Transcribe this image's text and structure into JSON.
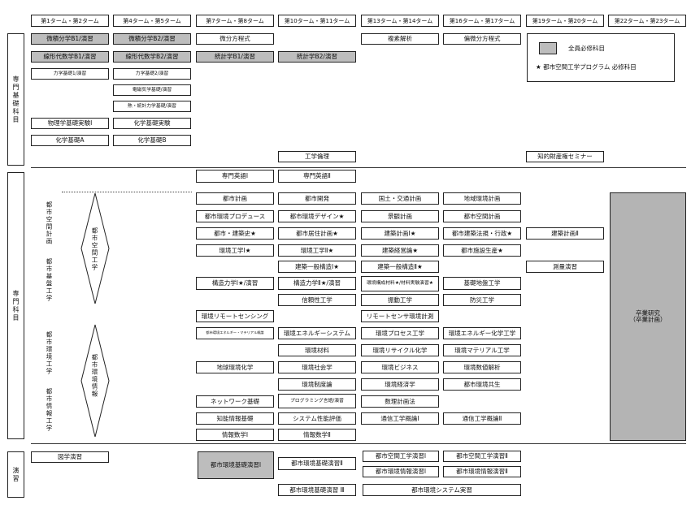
{
  "columns": [
    "第1ターム・第2ターム",
    "第4ターム・第5ターム",
    "第7ターム・第8ターム",
    "第10ターム・第11ターム",
    "第13ターム・第14ターム",
    "第16ターム・第17ターム",
    "第19ターム・第20ターム",
    "第22ターム・第23ターム"
  ],
  "sections": {
    "basic": "専門基礎科目",
    "specialty": "専門科目",
    "practice": "演習"
  },
  "areas": {
    "urban_space_left": "都市空間計画",
    "urban_base_left": "都市基盤工学",
    "urban_space_diamond": "都市空間工学",
    "urban_env_left": "都市環境工学",
    "urban_info_left": "都市情報工学",
    "urban_env_diamond": "都市環境情報"
  },
  "legend": {
    "all_required": "全員必修科目",
    "program_required": "★ 都市空間工学プログラム 必修科目"
  },
  "basic": {
    "c1": [
      "微積分学B1/演習",
      "線形代数学B1/演習",
      "力学基礎1/演習",
      "物理学基礎実験Ⅰ",
      "化学基礎A"
    ],
    "c2": [
      "微積分学B2/演習",
      "線形代数学B2/演習",
      "力学基礎2/演習",
      "電磁気学基礎/演習",
      "熱・統計力学基礎/演習",
      "化学基礎実験",
      "化学基礎B"
    ],
    "c3": [
      "微分方程式",
      "統計学B1/演習"
    ],
    "c4": [
      "統計学B2/演習",
      "工学倫理"
    ],
    "c5": [
      "複素解析"
    ],
    "c6": [
      "偏微分方程式"
    ],
    "c7": [
      "知的財産権セミナー"
    ]
  },
  "specialty": {
    "c3": [
      "専門英語Ⅰ",
      "都市計画",
      "都市環境プロデュース",
      "都市・建築史★",
      "環境工学Ⅰ★",
      "構造力学Ⅰ★/演習",
      "環境リモートセンシング",
      "都市環境エネルギー・マテリアル概論",
      "地球環境化学",
      "ネットワーク基礎",
      "知能情報基礎",
      "情報数学Ⅰ"
    ],
    "c4": [
      "専門英語Ⅱ",
      "都市開発",
      "都市環境デザイン★",
      "都市居住計画★",
      "環境工学Ⅱ★",
      "建築一般構造Ⅰ★",
      "構造力学Ⅱ★/演習",
      "信頼性工学",
      "環境エネルギーシステム",
      "環境材料",
      "環境社会学",
      "環境制度論",
      "プログラミング言語/演習",
      "システム性能評価",
      "情報数学Ⅱ"
    ],
    "c5": [
      "国土・交通計画",
      "景観計画",
      "建築計画Ⅰ★",
      "建築経営論★",
      "建築一般構造Ⅱ★",
      "環境構成材料★/材料実験演習★",
      "振動工学",
      "リモートセンサ環境計測",
      "環境プロセス工学",
      "環境リサイクル化学",
      "環境ビジネス",
      "環境経済学",
      "数理計画法",
      "通信工学概論Ⅰ"
    ],
    "c6": [
      "地域環境計画",
      "都市空間計画",
      "都市建築法規・行政★",
      "都市施設生産★",
      "基礎地盤工学",
      "防災工学",
      "環境エネルギー化学工学",
      "環境マテリアル工学",
      "環境数値解析",
      "都市環境共生",
      "通信工学概論Ⅱ"
    ],
    "c7": [
      "建築計画Ⅱ",
      "測量演習"
    ],
    "c8": [
      "卒業研究",
      "（卒業計画）"
    ]
  },
  "practice": {
    "c1": [
      "図学演習"
    ],
    "c3": [
      "都市環境基礎演習Ⅰ"
    ],
    "c4": [
      "都市環境基礎演習Ⅱ",
      "都市環境基礎演習 Ⅲ"
    ],
    "c5": [
      "都市空間工学演習Ⅰ",
      "都市環境情報演習Ⅰ"
    ],
    "c6": [
      "都市空間工学演習Ⅱ",
      "都市環境情報演習Ⅱ"
    ],
    "c56": [
      "都市環境システム実習"
    ]
  }
}
